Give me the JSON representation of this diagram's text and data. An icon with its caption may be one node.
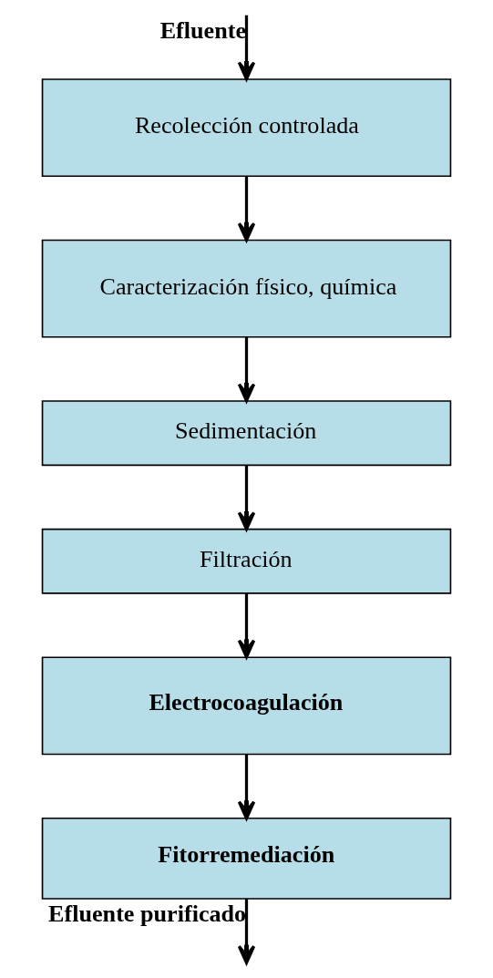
{
  "diagram": {
    "nodes": [
      {
        "text": [
          "Recolección controlada"
        ]
      },
      {
        "text": [
          "Caracterización físico, química"
        ]
      },
      {
        "text": [
          "Sedimentación"
        ]
      },
      {
        "text": [
          "Filtración"
        ]
      },
      {
        "text": [
          "Electrocoagulación"
        ]
      },
      {
        "text": [
          "Fitorremediación"
        ]
      }
    ],
    "edges": [
      {
        "from": null,
        "to": 0,
        "arrow": "to",
        "label": "Efluente"
      },
      {
        "from": 0,
        "to": 1,
        "arrow": "to"
      },
      {
        "from": 1,
        "to": 2,
        "arrow": "to"
      },
      {
        "from": 2,
        "to": 3,
        "arrow": "to"
      },
      {
        "from": 3,
        "to": 4,
        "arrow": "to"
      },
      {
        "from": 4,
        "to": 5,
        "arrow": "to"
      },
      {
        "from": 5,
        "to": null,
        "arrow": "to",
        "label": "Efluente purificado"
      }
    ]
  }
}
